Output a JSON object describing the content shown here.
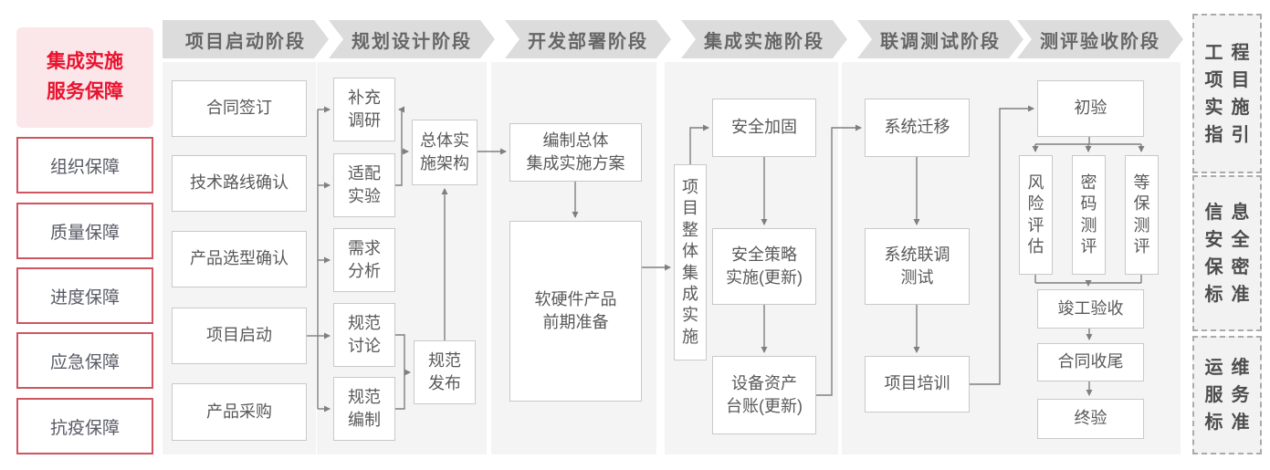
{
  "title": {
    "lines": "集成实施\n服务保障"
  },
  "sidebar": {
    "items": [
      {
        "id": "org-guarantee",
        "label": "组织保障"
      },
      {
        "id": "quality-guarantee",
        "label": "质量保障"
      },
      {
        "id": "schedule-guarantee",
        "label": "进度保障"
      },
      {
        "id": "emergency-guarantee",
        "label": "应急保障"
      },
      {
        "id": "epidemic-guarantee",
        "label": "抗疫保障"
      }
    ]
  },
  "phases": [
    {
      "id": "phase-kickoff",
      "label": "项目启动阶段"
    },
    {
      "id": "phase-design",
      "label": "规划设计阶段"
    },
    {
      "id": "phase-deploy",
      "label": "开发部署阶段"
    },
    {
      "id": "phase-integration",
      "label": "集成实施阶段"
    },
    {
      "id": "phase-testing",
      "label": "联调测试阶段"
    },
    {
      "id": "phase-acceptance",
      "label": "测评验收阶段"
    }
  ],
  "nodes": [
    {
      "id": "contract-signing",
      "phase": "phase-kickoff",
      "label": "合同签订"
    },
    {
      "id": "tech-route",
      "phase": "phase-kickoff",
      "label": "技术路线确认"
    },
    {
      "id": "product-selection",
      "phase": "phase-kickoff",
      "label": "产品选型确认"
    },
    {
      "id": "project-kickoff",
      "phase": "phase-kickoff",
      "label": "项目启动"
    },
    {
      "id": "product-procurement",
      "phase": "phase-kickoff",
      "label": "产品采购"
    },
    {
      "id": "supplementary-research",
      "phase": "phase-design",
      "label": "补充\n调研"
    },
    {
      "id": "adaptation-test",
      "phase": "phase-design",
      "label": "适配\n实验"
    },
    {
      "id": "requirement-analysis",
      "phase": "phase-design",
      "label": "需求\n分析"
    },
    {
      "id": "spec-discussion",
      "phase": "phase-design",
      "label": "规范\n讨论"
    },
    {
      "id": "spec-drafting",
      "phase": "phase-design",
      "label": "规范\n编制"
    },
    {
      "id": "overall-architecture",
      "phase": "phase-design",
      "label": "总体实\n施架构"
    },
    {
      "id": "spec-release",
      "phase": "phase-design",
      "label": "规范\n发布"
    },
    {
      "id": "overall-plan",
      "phase": "phase-deploy",
      "label": "编制总体\n集成实施方案"
    },
    {
      "id": "product-preparation",
      "phase": "phase-deploy",
      "label": "软硬件产品\n前期准备"
    },
    {
      "id": "overall-integration",
      "phase": "phase-integration",
      "label": "项目整体集成实施",
      "vertical": true
    },
    {
      "id": "security-hardening",
      "phase": "phase-integration",
      "label": "安全加固"
    },
    {
      "id": "security-policy",
      "phase": "phase-integration",
      "label": "安全策略\n实施(更新)"
    },
    {
      "id": "asset-ledger",
      "phase": "phase-integration",
      "label": "设备资产\n台账(更新)"
    },
    {
      "id": "system-migration",
      "phase": "phase-testing",
      "label": "系统迁移"
    },
    {
      "id": "joint-testing",
      "phase": "phase-testing",
      "label": "系统联调\n测试"
    },
    {
      "id": "project-training",
      "phase": "phase-testing",
      "label": "项目培训"
    },
    {
      "id": "initial-acceptance",
      "phase": "phase-acceptance",
      "label": "初验"
    },
    {
      "id": "risk-assessment",
      "phase": "phase-acceptance",
      "label": "风险评估",
      "vertical": true
    },
    {
      "id": "crypto-evaluation",
      "phase": "phase-acceptance",
      "label": "密码测评",
      "vertical": true
    },
    {
      "id": "mlps-evaluation",
      "phase": "phase-acceptance",
      "label": "等保测评",
      "vertical": true
    },
    {
      "id": "completion-acceptance",
      "phase": "phase-acceptance",
      "label": "竣工验收"
    },
    {
      "id": "contract-closure",
      "phase": "phase-acceptance",
      "label": "合同收尾"
    },
    {
      "id": "final-acceptance",
      "phase": "phase-acceptance",
      "label": "终验"
    }
  ],
  "edges": [
    {
      "from": "project-kickoff",
      "to": "supplementary-research"
    },
    {
      "from": "project-kickoff",
      "to": "adaptation-test"
    },
    {
      "from": "project-kickoff",
      "to": "requirement-analysis"
    },
    {
      "from": "project-kickoff",
      "to": "spec-discussion"
    },
    {
      "from": "project-kickoff",
      "to": "spec-drafting"
    },
    {
      "from": "adaptation-test",
      "to": "supplementary-research"
    },
    {
      "from": "adaptation-test",
      "to": "overall-architecture"
    },
    {
      "from": "spec-discussion",
      "to": "spec-release"
    },
    {
      "from": "spec-drafting",
      "to": "spec-release"
    },
    {
      "from": "spec-release",
      "to": "overall-architecture"
    },
    {
      "from": "overall-architecture",
      "to": "overall-plan"
    },
    {
      "from": "overall-plan",
      "to": "product-preparation"
    },
    {
      "from": "product-preparation",
      "to": "overall-integration"
    },
    {
      "from": "overall-integration",
      "to": "security-hardening"
    },
    {
      "from": "security-hardening",
      "to": "security-policy"
    },
    {
      "from": "security-policy",
      "to": "asset-ledger"
    },
    {
      "from": "asset-ledger",
      "to": "system-migration"
    },
    {
      "from": "system-migration",
      "to": "joint-testing"
    },
    {
      "from": "joint-testing",
      "to": "project-training"
    },
    {
      "from": "project-training",
      "to": "initial-acceptance"
    },
    {
      "from": "initial-acceptance",
      "to": "risk-assessment"
    },
    {
      "from": "initial-acceptance",
      "to": "crypto-evaluation"
    },
    {
      "from": "initial-acceptance",
      "to": "mlps-evaluation"
    },
    {
      "from": "risk-assessment",
      "to": "completion-acceptance"
    },
    {
      "from": "crypto-evaluation",
      "to": "completion-acceptance"
    },
    {
      "from": "mlps-evaluation",
      "to": "completion-acceptance"
    },
    {
      "from": "completion-acceptance",
      "to": "contract-closure"
    },
    {
      "from": "contract-closure",
      "to": "final-acceptance"
    }
  ],
  "side_docs": [
    {
      "id": "project-implementation-guide",
      "lines": [
        "工程",
        "项目",
        "实施",
        "指引"
      ]
    },
    {
      "id": "info-security-standard",
      "lines": [
        "信息",
        "安全",
        "保密",
        "标准"
      ]
    },
    {
      "id": "ops-service-standard",
      "lines": [
        "运维",
        "服务",
        "标准"
      ]
    }
  ],
  "colors": {
    "accent_red": "#e8132e",
    "title_pink_bg": "#fbe6ea",
    "sidebar_item_border": "#cf5560",
    "phase_header_bg": "#dcdcdc",
    "phase_strip_bg": "#f4f4f4",
    "node_border": "#c9c9c9",
    "node_text": "#595959",
    "connector_line": "#7f7f7f",
    "doc_border": "#ababab"
  }
}
